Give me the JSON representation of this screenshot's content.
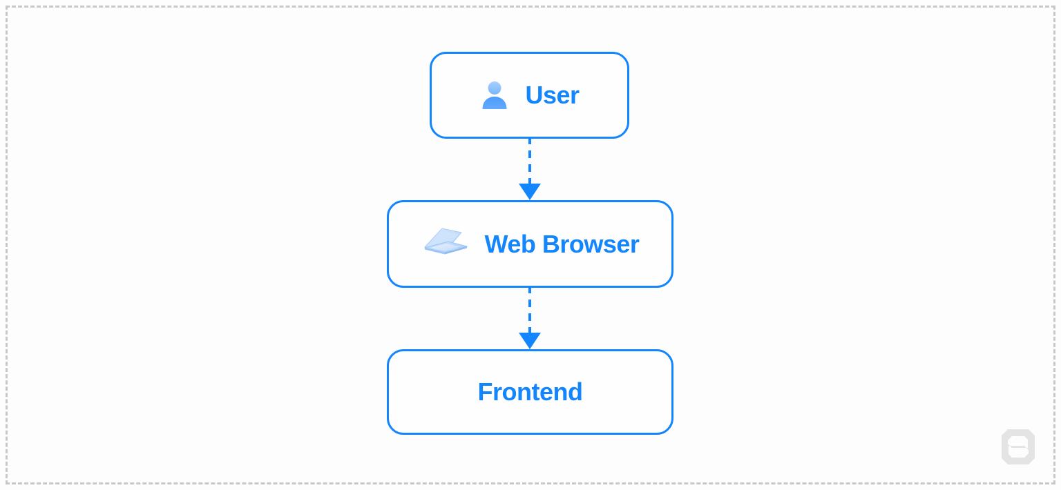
{
  "diagram": {
    "type": "flowchart",
    "direction": "top-to-bottom",
    "background_color": "#fdfdfd",
    "accent_color": "#1386fd",
    "frame": {
      "style": "dashed",
      "color": "#c8c8c8"
    },
    "nodes": [
      {
        "id": "user",
        "label": "User",
        "icon": "person-icon",
        "shape": "rounded-rectangle",
        "border_color": "#1386fd",
        "text_color": "#1386fd"
      },
      {
        "id": "web-browser",
        "label": "Web Browser",
        "icon": "laptop-icon",
        "shape": "rounded-rectangle",
        "border_color": "#1386fd",
        "text_color": "#1386fd"
      },
      {
        "id": "frontend",
        "label": "Frontend",
        "icon": null,
        "shape": "rounded-rectangle",
        "border_color": "#1386fd",
        "text_color": "#1386fd"
      }
    ],
    "edges": [
      {
        "id": "user-to-web-browser",
        "from": "user",
        "to": "web-browser",
        "style": "dashed",
        "arrowhead": "solid-triangle",
        "color": "#1386fd",
        "label": ""
      },
      {
        "id": "web-browser-to-frontend",
        "from": "web-browser",
        "to": "frontend",
        "style": "dashed",
        "arrowhead": "solid-triangle",
        "color": "#1386fd",
        "label": ""
      }
    ],
    "watermark": {
      "name": "s-monogram-logo",
      "color": "#e2e2e2"
    }
  }
}
